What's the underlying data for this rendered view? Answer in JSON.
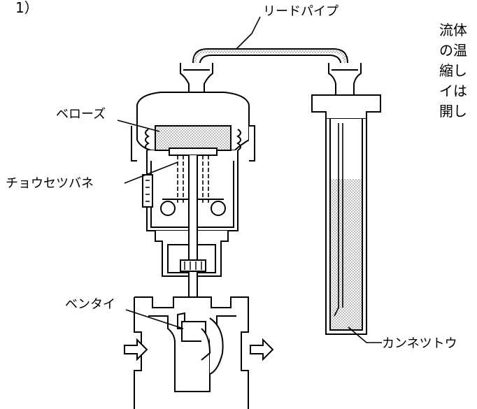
{
  "figure_number": "1）",
  "labels": {
    "lead_pipe": "リードパイプ",
    "bellows": "ベローズ",
    "adjusting_spring": "チョウセツバネ",
    "valve_body": "ベンタイ",
    "sensing_bulb": "カンネツトウ"
  },
  "side_text": [
    "流体",
    "の温",
    "縮し",
    "イは",
    "開し"
  ],
  "colors": {
    "line": "#000000",
    "fill": "#ffffff",
    "stipple": "#bdbdbd"
  }
}
